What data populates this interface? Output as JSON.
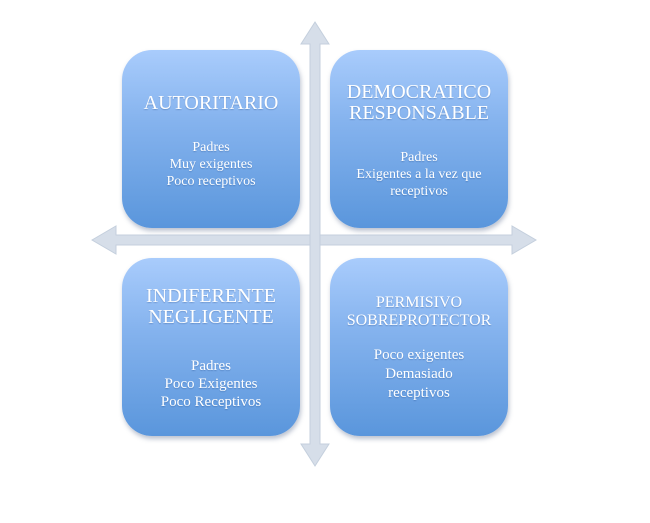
{
  "colors": {
    "box_top": "#a9ccfc",
    "box_bottom": "#5a96dc",
    "arrow": "#d6dee9"
  },
  "quadrants": [
    {
      "id": "autoritario",
      "title": [
        "AUTORITARIO"
      ],
      "body": [
        "Padres",
        "Muy exigentes",
        "Poco receptivos"
      ]
    },
    {
      "id": "democratico",
      "title": [
        "DEMOCRATICO",
        "RESPONSABLE"
      ],
      "body": [
        "Padres",
        "Exigentes a la vez que",
        "receptivos"
      ]
    },
    {
      "id": "indiferente",
      "title": [
        "INDIFERENTE",
        "NEGLIGENTE"
      ],
      "body": [
        "Padres",
        "Poco Exigentes",
        "Poco Receptivos"
      ]
    },
    {
      "id": "permisivo",
      "title": [
        "PERMISIVO",
        "SOBREPROTECTOR"
      ],
      "body": [
        "Poco exigentes",
        "Demasiado",
        "receptivos"
      ]
    }
  ]
}
